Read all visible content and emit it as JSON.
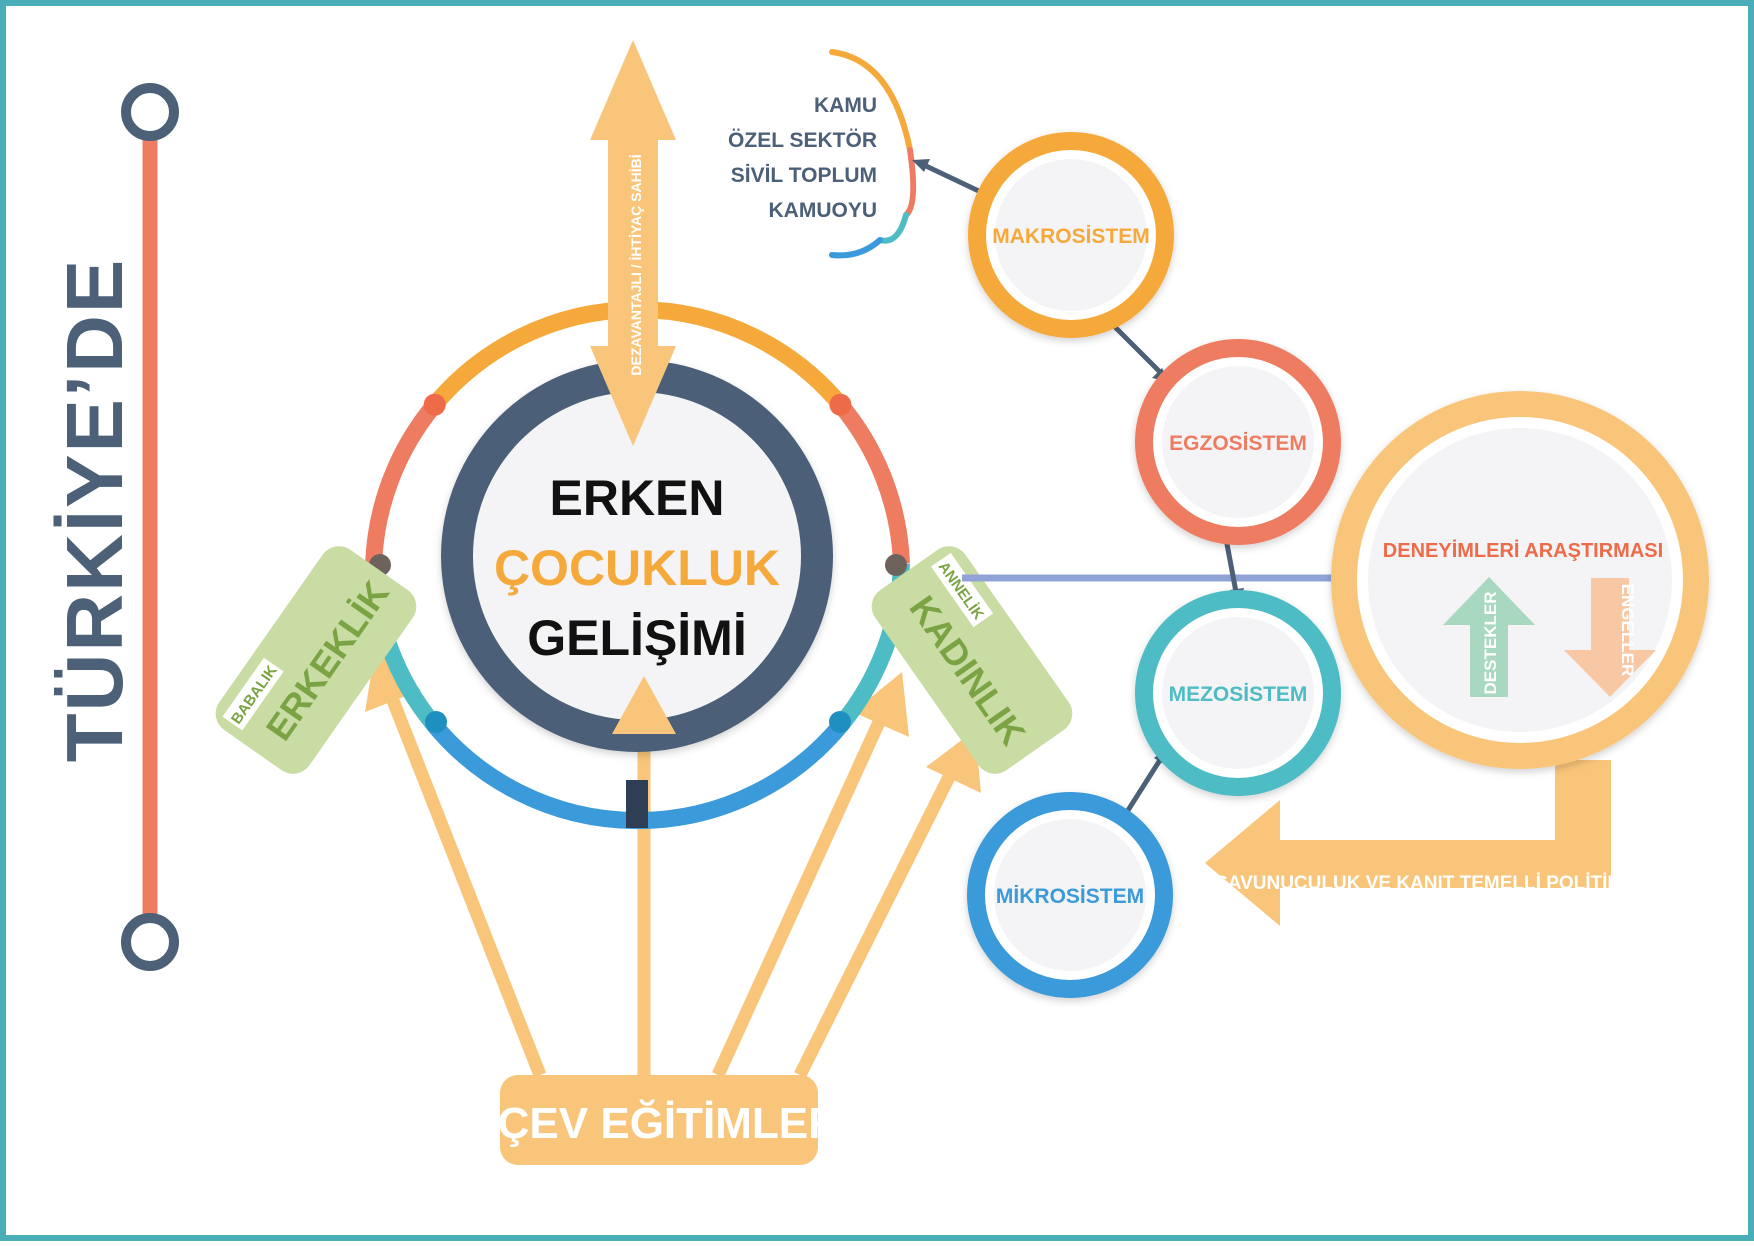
{
  "colors": {
    "frame": "#4aaeb8",
    "navy": "#4c6078",
    "orange": "#f6a93b",
    "coral": "#ee7c61",
    "teal": "#4dbcc4",
    "blue": "#3b9ad9",
    "light_orange": "#f9c57a",
    "green_box": "#c8dca4",
    "green_text": "#7ba344",
    "lavender": "#8fa3d6"
  },
  "side_title": "TÜRKİYE’DE",
  "center": {
    "line1": "ERKEN",
    "line2": "ÇOCUKLUK",
    "line3": "GELİŞİMİ"
  },
  "vertical_arrow_label": "DEZAVANTAJLI / İHTİYAÇ SAHİBİ",
  "left_box": {
    "tag": "BABALIK",
    "label": "ERKEKLİK"
  },
  "right_box": {
    "tag": "ANNELİK",
    "label": "KADINLIK"
  },
  "bottom_label": "AÇEV EĞİTİMLERİ",
  "stakeholders": [
    "KAMU",
    "ÖZEL SEKTÖR",
    "SİVİL TOPLUM",
    "KAMUOYU"
  ],
  "systems": {
    "makro": "MAKROSİSTEM",
    "egzo": "EGZOSİSTEM",
    "mezo": "MEZOSİSTEM",
    "mikro": "MİKROSİSTEM"
  },
  "research": {
    "title": "DENEYİMLERİ ARAŞTIRMASI",
    "supports": "DESTEKLER",
    "barriers": "ENGELLER"
  },
  "advocacy": "SAVUNUCULUK VE KANIT TEMELLİ POLİTİKA"
}
